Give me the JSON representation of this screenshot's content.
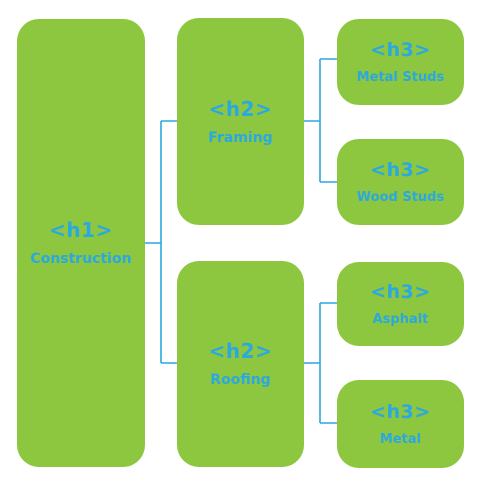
{
  "colors": {
    "box_fill": "#8dc63f",
    "text": "#2aa8e0",
    "connector": "#2aa8e0"
  },
  "nodes": {
    "h1": {
      "tag": "<h1>",
      "label": "Construction"
    },
    "framing": {
      "tag": "<h2>",
      "label": "Framing"
    },
    "roofing": {
      "tag": "<h2>",
      "label": "Roofing"
    },
    "metal_studs": {
      "tag": "<h3>",
      "label": "Metal Studs"
    },
    "wood_studs": {
      "tag": "<h3>",
      "label": "Wood Studs"
    },
    "asphalt": {
      "tag": "<h3>",
      "label": "Asphalt"
    },
    "metal": {
      "tag": "<h3>",
      "label": "Metal"
    }
  },
  "edges": [
    [
      "h1",
      "framing"
    ],
    [
      "h1",
      "roofing"
    ],
    [
      "framing",
      "metal_studs"
    ],
    [
      "framing",
      "wood_studs"
    ],
    [
      "roofing",
      "asphalt"
    ],
    [
      "roofing",
      "metal"
    ]
  ]
}
